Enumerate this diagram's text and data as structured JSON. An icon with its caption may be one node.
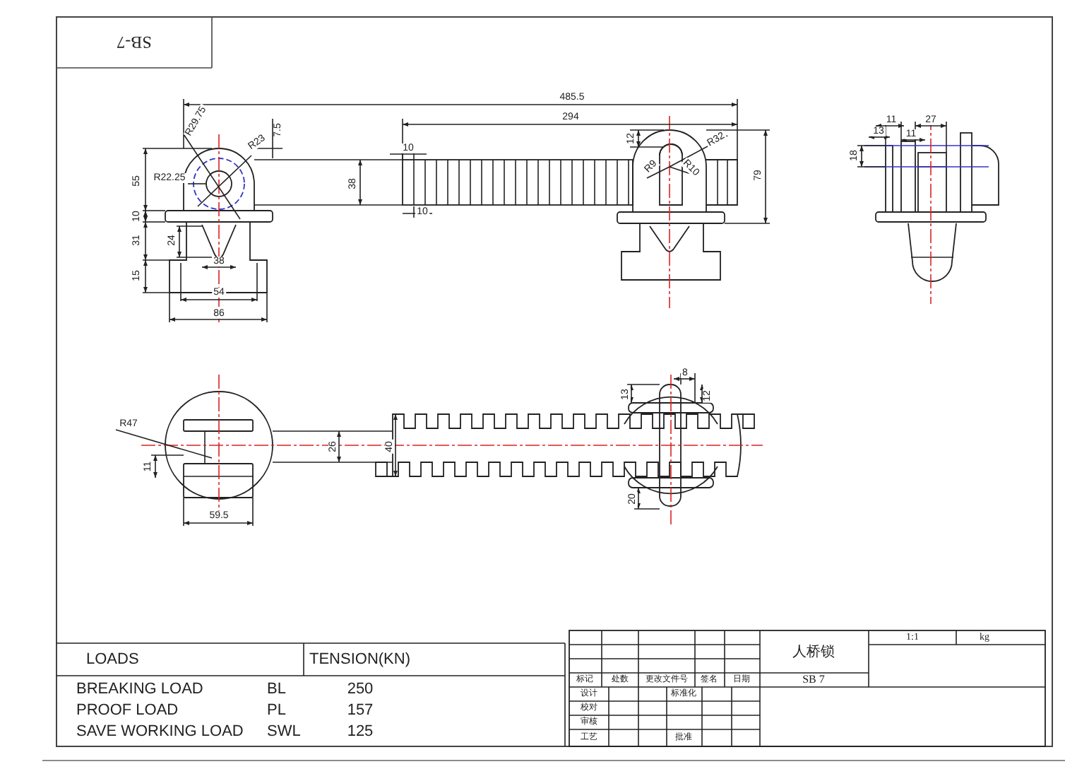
{
  "diagram": {
    "labels": [
      "SB-7",
      "485.5",
      "294",
      "R29.75",
      "7.5",
      "R23",
      "55",
      "R22.25",
      "38",
      "10",
      "10",
      "12",
      "R32",
      "R9",
      "R10",
      "79",
      "10",
      "31",
      "24",
      "38",
      "15",
      "54",
      "86",
      "11",
      "13",
      "11",
      "27",
      "18",
      "R47",
      "11",
      "26",
      "40",
      "59.5",
      "8",
      "13",
      "12",
      "20",
      "LOADS",
      "TENSION(KN)",
      "BREAKING LOAD",
      "BL",
      "250",
      "PROOF LOAD",
      "PL",
      "157",
      "SAVE WORKING LOAD",
      "SWL",
      "125",
      "人桥锁",
      "1:1",
      "kg",
      "标记",
      "处数",
      "更改文件号",
      "签名",
      "日期",
      "SB 7",
      "设计",
      "标准化",
      "校对",
      "审核",
      "工艺",
      "批准"
    ]
  }
}
